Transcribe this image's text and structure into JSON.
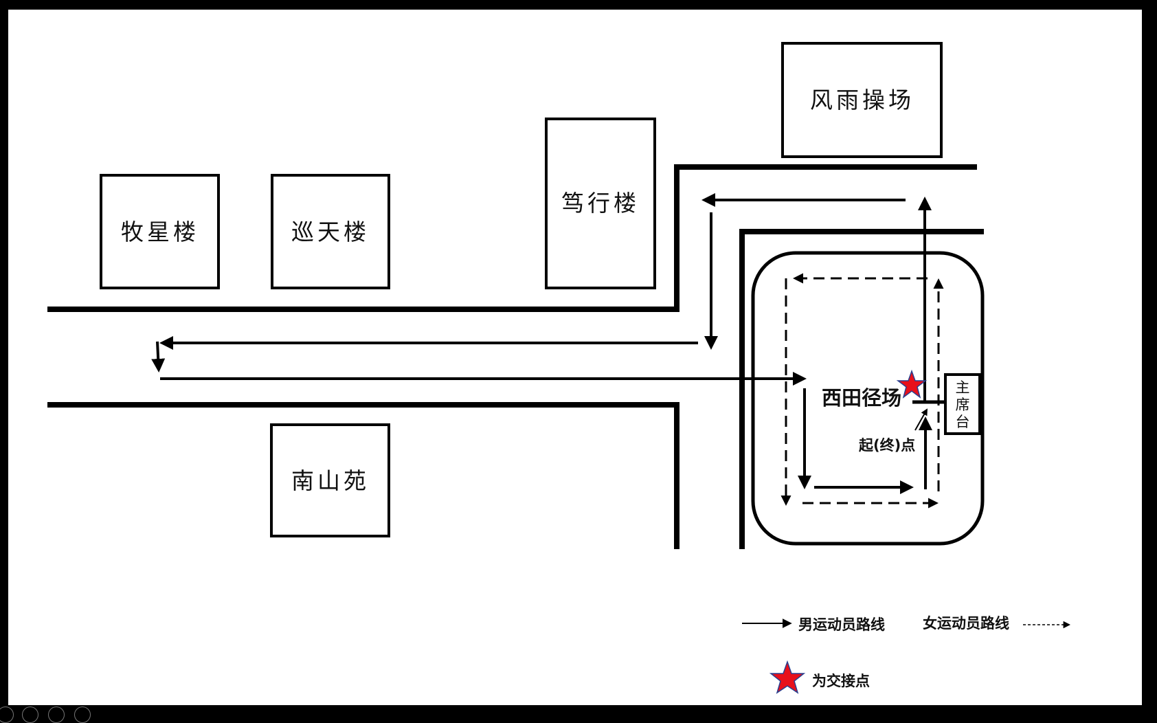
{
  "buildings": {
    "muxing": "牧星楼",
    "xuntian": "巡天楼",
    "duxing": "笃行楼",
    "fengyu": "风雨操场",
    "nanshan": "南山苑"
  },
  "field": {
    "name": "西田径场",
    "start_finish": "起(终)点",
    "stand": [
      "主",
      "席",
      "台"
    ]
  },
  "legend": {
    "male_route": "男运动员路线",
    "female_route": "女运动员路线",
    "handoff": "为交接点"
  },
  "colors": {
    "background": "#ffffff",
    "ink": "#000000",
    "star": "#e8101a",
    "star_outline": "#2a3f8f"
  },
  "icons": {
    "handoff": "red-star-icon"
  }
}
